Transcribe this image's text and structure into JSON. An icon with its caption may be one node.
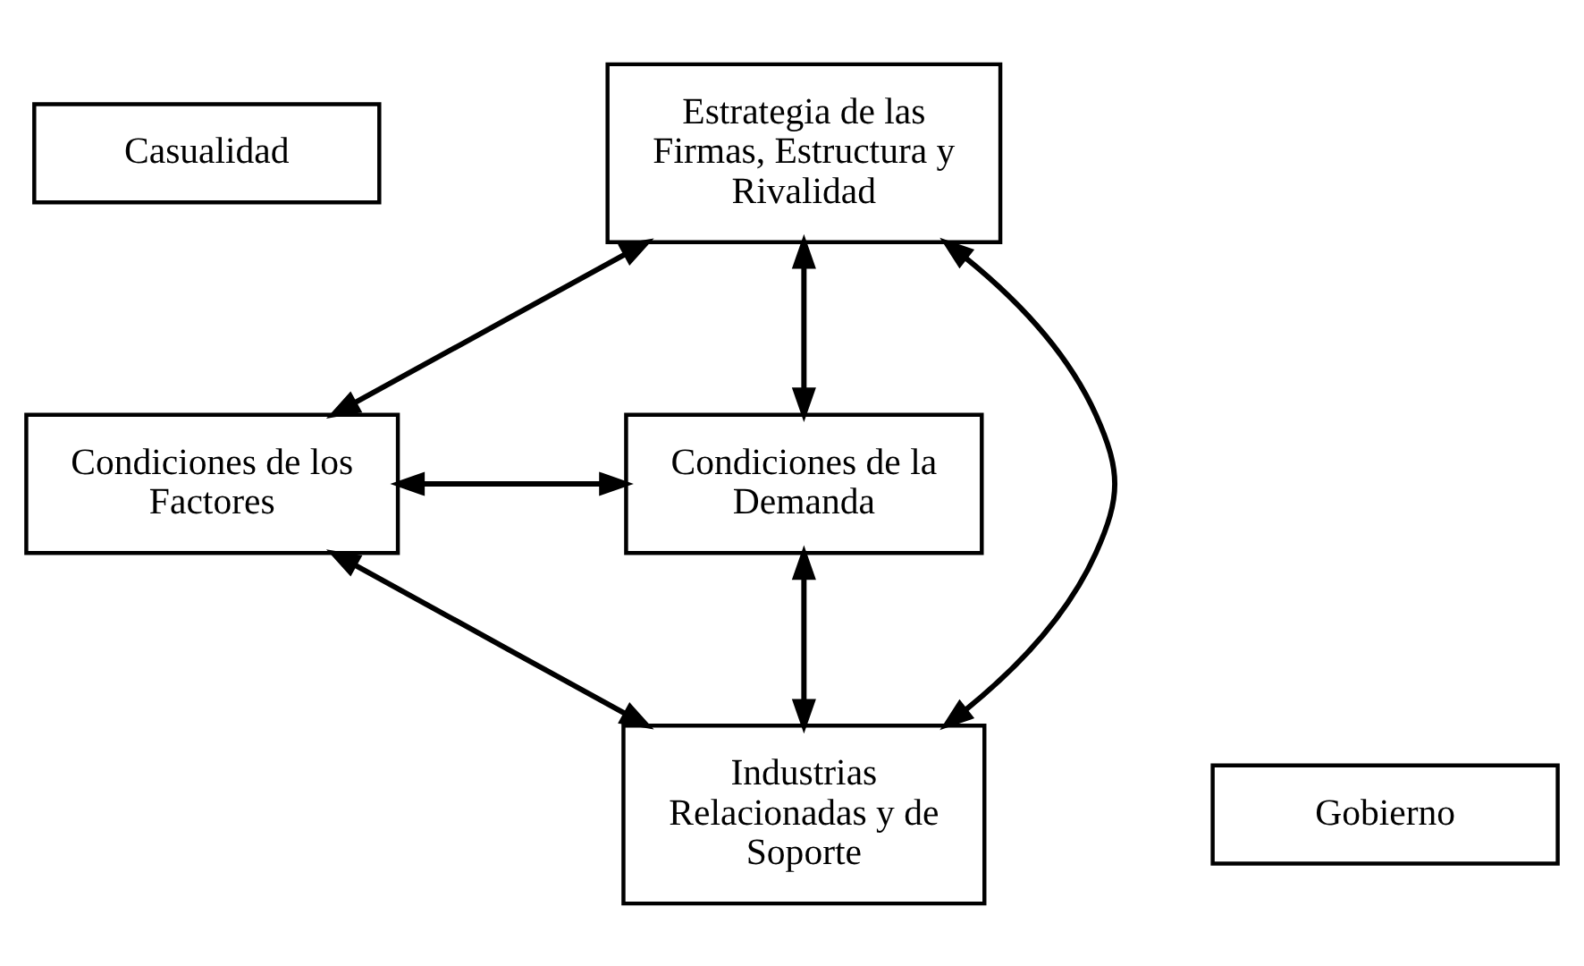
{
  "diagram": {
    "nodes": [
      {
        "text": [
          "Casualidad"
        ]
      },
      {
        "text": [
          "Estrategia de las Firmas, Estructura y Rivalidad"
        ]
      },
      {
        "text": [
          "Condiciones de los Factores"
        ]
      },
      {
        "text": [
          "Condiciones de la Demanda"
        ]
      },
      {
        "text": [
          "Industrias Relacionadas y de Soporte"
        ]
      },
      {
        "text": [
          "Gobierno"
        ]
      }
    ],
    "edges": [
      {
        "from": 1,
        "to": 2,
        "arrow": "both"
      },
      {
        "from": 1,
        "to": 3,
        "arrow": "both"
      },
      {
        "from": 2,
        "to": 3,
        "arrow": "both"
      },
      {
        "from": 1,
        "to": 4,
        "arrow": "both"
      },
      {
        "from": 2,
        "to": 4,
        "arrow": "both"
      },
      {
        "from": 3,
        "to": 4,
        "arrow": "both"
      }
    ]
  }
}
